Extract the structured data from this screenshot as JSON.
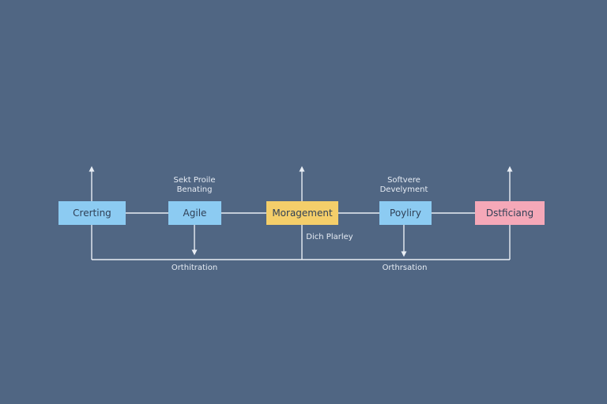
{
  "colors": {
    "background": "#506683",
    "line": "#e9eef5",
    "blue_box": "#8ccbf2",
    "yellow_box": "#f4ce6a",
    "pink_box": "#f5a8b8"
  },
  "nodes": [
    {
      "label": "Crerting",
      "color": "#8ccbf2"
    },
    {
      "label": "Agile",
      "color": "#8ccbf2"
    },
    {
      "label": "Moragement",
      "color": "#f4ce6a"
    },
    {
      "label": "Poyliry",
      "color": "#8ccbf2"
    },
    {
      "label": "Dstficiang",
      "color": "#f5a8b8"
    }
  ],
  "labels": {
    "above_agile_1": "Sekt Proile",
    "above_agile_2": "Benating",
    "above_poyliry_1": "Softvere",
    "above_poyliry_2": "Develyment",
    "below_management": "Dich Plarley",
    "bottom_left": "Orthitration",
    "bottom_right": "Orthrsation"
  }
}
